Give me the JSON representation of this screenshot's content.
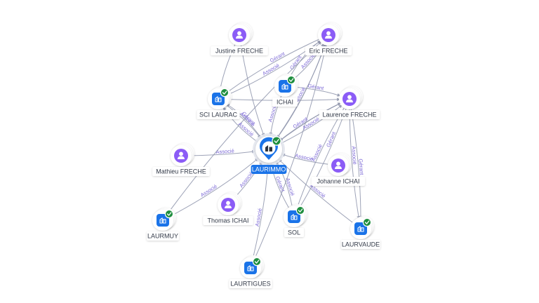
{
  "center": {
    "label": "LAURIMMO",
    "type": "company",
    "verified": true
  },
  "nodes": [
    {
      "id": "justine",
      "label": "Justine FRECHE",
      "type": "person"
    },
    {
      "id": "eric",
      "label": "Eric FRECHE",
      "type": "person"
    },
    {
      "id": "scilaurac",
      "label": "SCI LAURAC",
      "type": "company",
      "verified": true
    },
    {
      "id": "ichai",
      "label": "ICHAI",
      "type": "company",
      "verified": true
    },
    {
      "id": "laurence",
      "label": "Laurence FRECHE",
      "type": "person"
    },
    {
      "id": "mathieu",
      "label": "Mathieu FRECHE",
      "type": "person"
    },
    {
      "id": "johanne",
      "label": "Johanne ICHAI",
      "type": "person"
    },
    {
      "id": "thomas",
      "label": "Thomas ICHAI",
      "type": "person"
    },
    {
      "id": "laurmuy",
      "label": "LAURMUY",
      "type": "company",
      "verified": true
    },
    {
      "id": "sol",
      "label": "SOL",
      "type": "company",
      "verified": true
    },
    {
      "id": "laurvaude",
      "label": "LAURVAUDE",
      "type": "company",
      "verified": true
    },
    {
      "id": "laurtigues",
      "label": "LAURTIGUES",
      "type": "company",
      "verified": true
    }
  ],
  "edges": [
    {
      "from": "justine",
      "to": "laurimmo",
      "label": ""
    },
    {
      "from": "eric",
      "to": "laurimmo",
      "label": ""
    },
    {
      "from": "eric",
      "to": "scilaurac",
      "label": "Gérant"
    },
    {
      "from": "eric",
      "to": "scilaurac",
      "label": "Associé"
    },
    {
      "from": "justine",
      "to": "scilaurac",
      "label": ""
    },
    {
      "from": "scilaurac",
      "to": "laurimmo",
      "label": "Associé"
    },
    {
      "from": "scilaurac",
      "to": "laurence",
      "label": ""
    },
    {
      "from": "ichai",
      "to": "laurimmo",
      "label": "Associé"
    },
    {
      "from": "ichai",
      "to": "eric",
      "label": "Gérant"
    },
    {
      "from": "ichai",
      "to": "eric",
      "label": "Associé"
    },
    {
      "from": "ichai",
      "to": "laurence",
      "label": "Gérant"
    },
    {
      "from": "laurence",
      "to": "laurimmo",
      "label": ""
    },
    {
      "from": "laurence",
      "to": "sol",
      "label": "Gérant"
    },
    {
      "from": "laurence",
      "to": "sol",
      "label": "Associé"
    },
    {
      "from": "laurence",
      "to": "laurvaude",
      "label": "Gérant"
    },
    {
      "from": "laurence",
      "to": "laurvaude",
      "label": "Associé"
    },
    {
      "from": "mathieu",
      "to": "laurimmo",
      "label": "Associé"
    },
    {
      "from": "johanne",
      "to": "laurimmo",
      "label": "Associé"
    },
    {
      "from": "thomas",
      "to": "laurimmo",
      "label": "Associé"
    },
    {
      "from": "laurmuy",
      "to": "laurimmo",
      "label": "Associé"
    },
    {
      "from": "laurmuy",
      "to": "eric",
      "label": ""
    },
    {
      "from": "sol",
      "to": "laurimmo",
      "label": "Gérant"
    },
    {
      "from": "sol",
      "to": "laurimmo",
      "label": "Associé"
    },
    {
      "from": "laurvaude",
      "to": "laurimmo",
      "label": "Associé"
    },
    {
      "from": "laurtigues",
      "to": "laurimmo",
      "label": "Associé"
    },
    {
      "from": "laurtigues",
      "to": "eric",
      "label": ""
    },
    {
      "from": "laurimmo",
      "to": "scilaurac",
      "label": "Gérant"
    },
    {
      "from": "laurimmo",
      "to": "scilaurac",
      "label": "Associé"
    },
    {
      "from": "laurimmo",
      "to": "eric",
      "label": "Associé"
    },
    {
      "from": "laurimmo",
      "to": "laurence",
      "label": "Gérant"
    },
    {
      "from": "laurimmo",
      "to": "laurence",
      "label": "Associé"
    }
  ],
  "colors": {
    "person": "#8b5cf6",
    "company": "#1a73e8",
    "verified": "#1e8e3e",
    "edge": "#8d93ab",
    "edge_label": "#7b68d6"
  }
}
